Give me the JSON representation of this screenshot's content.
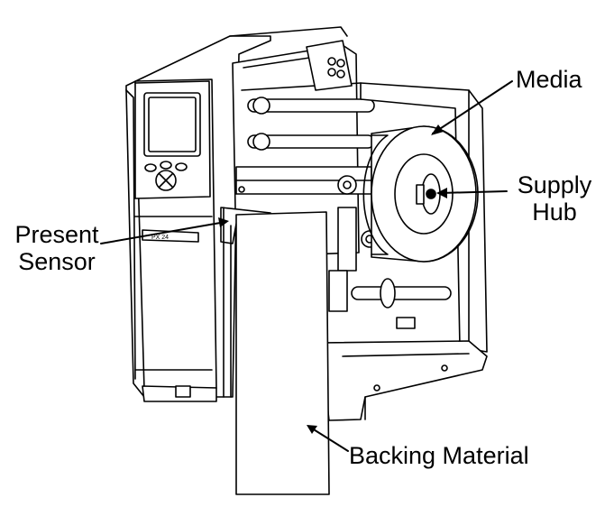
{
  "labels": {
    "media": "Media",
    "supply_hub_line1": "Supply",
    "supply_hub_line2": "Hub",
    "present_sensor_line1": "Present",
    "present_sensor_line2": "Sensor",
    "backing_material": "Backing Material"
  },
  "device": {
    "display_badge_text": "PX 24"
  },
  "colors": {
    "ink": "#000000",
    "paper": "#ffffff"
  }
}
